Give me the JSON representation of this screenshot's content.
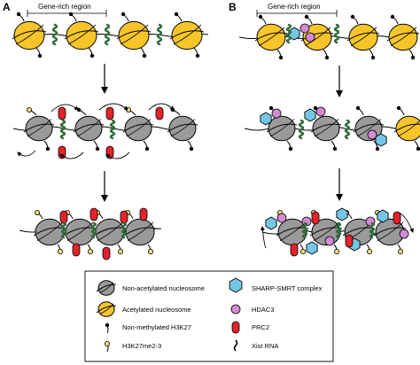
{
  "panels": {
    "a": {
      "label": "A",
      "region_label": "Gene-rich region"
    },
    "b": {
      "label": "B",
      "region_label": "Gene-rich region"
    }
  },
  "legend": {
    "items": [
      {
        "icon": "grey-nucleosome-icon",
        "label": "Non-acetylated nucleosome"
      },
      {
        "icon": "sharp-smrt-icon",
        "label": "SHARP-SMRT complex"
      },
      {
        "icon": "yellow-nucleosome-icon",
        "label": "Acetylated nucleosome"
      },
      {
        "icon": "hdac3-icon",
        "label": "HDAC3"
      },
      {
        "icon": "h3k27-icon",
        "label": "Non-methylated H3K27"
      },
      {
        "icon": "prc2-icon",
        "label": "PRC2"
      },
      {
        "icon": "h3k27me-icon",
        "label": "H3K27me2-3"
      },
      {
        "icon": "xist-rna-icon",
        "label": "Xist RNA"
      }
    ]
  },
  "colors": {
    "acetylated": "#f7c52a",
    "non_acetylated": "#9a9a9a",
    "sharp_smrt": "#74c7e6",
    "hdac3": "#d38bd3",
    "prc2": "#e2232a",
    "me_tail": "#f3e47a",
    "xist": "#2f6b3b",
    "dna": "#000000"
  }
}
